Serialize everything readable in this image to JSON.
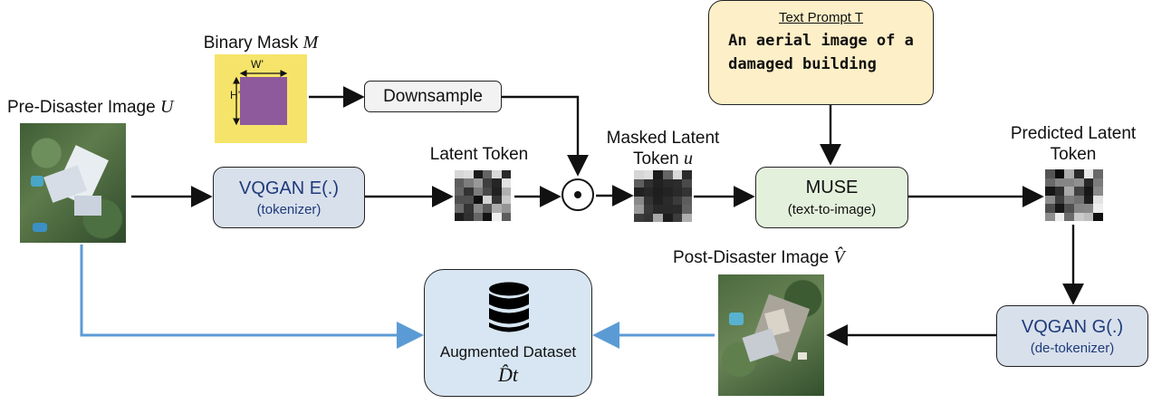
{
  "labels": {
    "binary_mask": "Binary Mask",
    "binary_mask_sym": "M",
    "w_prime": "W’",
    "h_prime": "H’",
    "pre_disaster": "Pre-Disaster Image",
    "pre_disaster_sym": "U",
    "latent_token": "Latent Token",
    "masked_latent_1": "Masked Latent",
    "masked_latent_2": "Token",
    "masked_latent_sym": "u",
    "predicted_latent_1": "Predicted Latent",
    "predicted_latent_2": "Token",
    "post_disaster": "Post-Disaster Image",
    "post_disaster_sym": "V̂"
  },
  "boxes": {
    "downsample": "Downsample",
    "vqgan_enc_title": "VQGAN E(.)",
    "vqgan_enc_sub": "(tokenizer)",
    "muse_title": "MUSE",
    "muse_sub": "(text-to-image)",
    "vqgan_dec_title": "VQGAN G(.)",
    "vqgan_dec_sub": "(de-tokenizer)",
    "text_prompt_title": "Text Prompt T",
    "text_prompt_body": "An aerial image of a\ndamaged building",
    "augmented_title": "Augmented Dataset",
    "augmented_sym": "D̂t"
  },
  "colors": {
    "mask_bg": "#f6e46a",
    "mask_fg": "#8e5a9c",
    "vqgan_fill": "#d8e0ec",
    "muse_fill": "#e3f1dc",
    "prompt_fill": "#fdefc7",
    "augmented_fill": "#d8e6f3",
    "flow_arrow": "#111111",
    "dataset_arrow": "#5b9bd5"
  },
  "icons": {
    "dataset": "database-icon",
    "multiply": "hadamard-product-icon"
  }
}
